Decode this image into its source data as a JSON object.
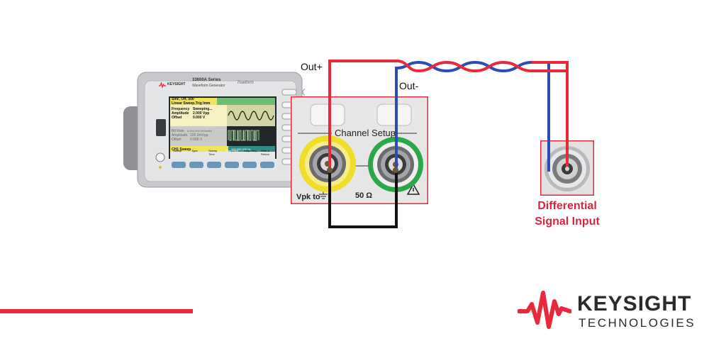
{
  "labels": {
    "out_plus": "Out+",
    "out_minus": "Out-",
    "channel_setup": "Channel Setup",
    "vpk": "Vpk to",
    "ohm": "50 Ω",
    "diff_line1": "Differential",
    "diff_line2": "Signal Input"
  },
  "instrument": {
    "brand": "KEYSIGHT",
    "series": "33600A Series",
    "subtitle": "Waveform Generator",
    "trueform": "Trueform",
    "display": {
      "line1": "Sinc, Off, 500",
      "line2": "Linear Sweep,Trig Imm",
      "freq_label": "Frequency",
      "freq_value": "Sweeping...",
      "amp_label": "Amplitude",
      "amp_value": "2.000 Vpp",
      "off_label": "Offset",
      "off_value": "0.000 V",
      "bitrate_label": "Bit Rate",
      "bitrate_value": "5.000,000,000kbit/s",
      "amp2_label": "Amplitude",
      "amp2_value": "100.0mVpp",
      "off2_label": "Offset",
      "off2_value": "0.000 V",
      "sweep_label": "CH1 Sweep",
      "sweep_value": "100.000,000 Hz",
      "softkeys": [
        "Sweep",
        "Type",
        "Sweep Time",
        "Start Freq",
        "Stop Freq",
        "Hold & Return"
      ]
    }
  },
  "logo": {
    "name_line1": "KEYSIGHT",
    "name_line2": "TECHNOLOGIES"
  },
  "colors": {
    "red_wire": "#e8283b",
    "blue_wire": "#2d4bb0",
    "black_wire": "#111111",
    "accent_line": "#e8283b",
    "bnc_yellow": "#f2dc2a",
    "bnc_green": "#2aa84a",
    "highlight_box": "#e8283b"
  }
}
